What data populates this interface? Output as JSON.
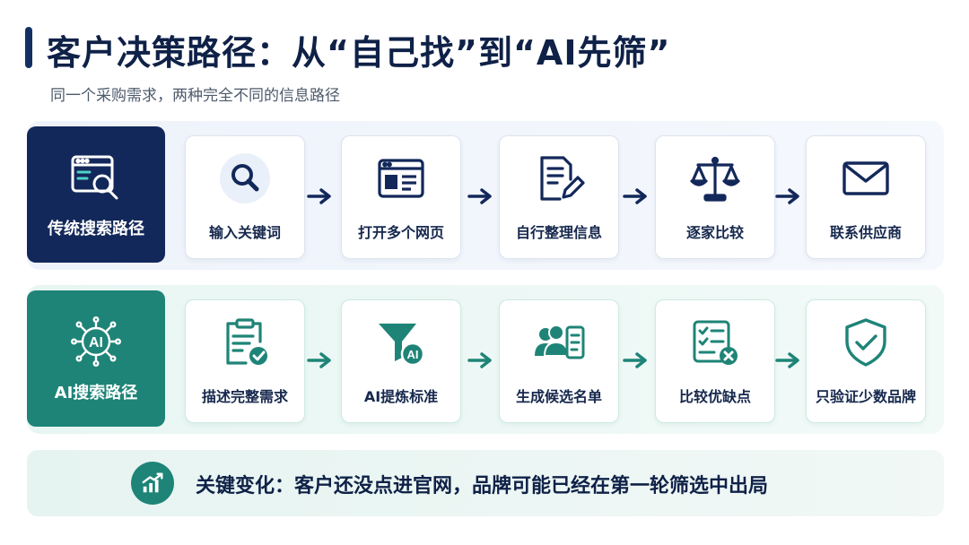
{
  "title": "客户决策路径：从“自己找”到“AI先筛”",
  "subtitle": "同一个采购需求，两种完全不同的信息路径",
  "colors": {
    "navy": "#13285a",
    "teal": "#1e8477",
    "navy_bg": "#eef3fb",
    "teal_bg": "#e8f6f3"
  },
  "traditional": {
    "label": "传统搜索路径",
    "label_icon": "search-window-icon",
    "steps": [
      {
        "label": "输入关键词",
        "icon": "magnifier-icon"
      },
      {
        "label": "打开多个网页",
        "icon": "browser-window-icon"
      },
      {
        "label": "自行整理信息",
        "icon": "document-edit-icon"
      },
      {
        "label": "逐家比较",
        "icon": "balance-scale-icon"
      },
      {
        "label": "联系供应商",
        "icon": "envelope-icon"
      }
    ]
  },
  "ai": {
    "label": "AI搜索路径",
    "label_icon": "ai-chip-icon",
    "ai_badge": "AI",
    "steps": [
      {
        "label": "描述完整需求",
        "icon": "clipboard-check-icon"
      },
      {
        "label": "AI提炼标准",
        "icon": "funnel-ai-icon"
      },
      {
        "label": "生成候选名单",
        "icon": "people-list-icon"
      },
      {
        "label": "比较优缺点",
        "icon": "checklist-x-icon"
      },
      {
        "label": "只验证少数品牌",
        "icon": "shield-check-icon"
      }
    ]
  },
  "key_change": {
    "icon": "growth-chart-icon",
    "text": "关键变化：客户还没点进官网，品牌可能已经在第一轮筛选中出局"
  }
}
